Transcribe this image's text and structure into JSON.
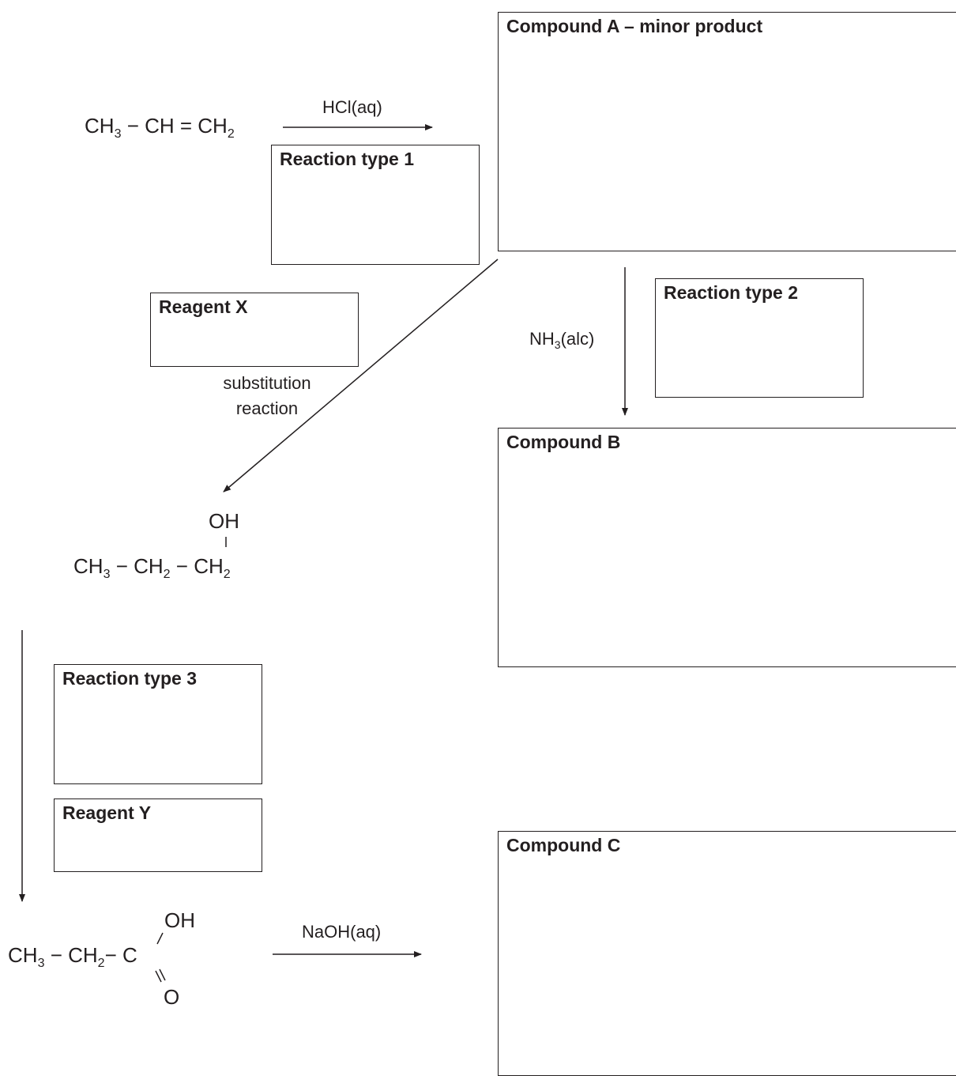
{
  "boxes": {
    "compound_a": "Compound A – minor product",
    "reaction_type_1": "Reaction type 1",
    "reaction_type_2": "Reaction type 2",
    "reagent_x": "Reagent X",
    "compound_b": "Compound B",
    "reaction_type_3": "Reaction type 3",
    "reagent_y": "Reagent Y",
    "compound_c": "Compound C"
  },
  "reagents": {
    "hcl": "HCl(aq)",
    "nh3_base": "NH",
    "nh3_sub": "3",
    "nh3_rest": "(alc)",
    "naoh": "NaOH(aq)"
  },
  "labels": {
    "substitution_line1": "substitution",
    "substitution_line2": "reaction"
  },
  "molecules": {
    "propene": {
      "ch3": "CH",
      "sub3": "3",
      "mid": " − CH = CH",
      "sub2": "2"
    },
    "propanol": {
      "oh": "OH",
      "ch3": "CH",
      "sub3": "3",
      "ch2a": " − CH",
      "sub2a": "2",
      "ch2b": "− CH",
      "sub2b": "2"
    },
    "propanoic_acid": {
      "ch3": "CH",
      "sub3": "3",
      "ch2": " − CH",
      "sub2": "2",
      "c": "− C",
      "oh": "OH",
      "o": "O"
    }
  }
}
